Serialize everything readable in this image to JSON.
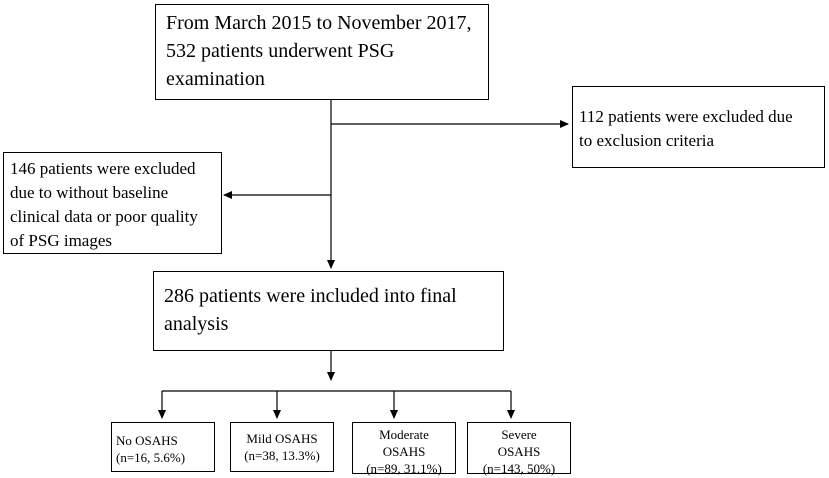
{
  "boxes": {
    "top": "From March 2015 to November 2017,\n532 patients underwent PSG\nexamination",
    "excluded_right": "112 patients were excluded due\nto exclusion criteria",
    "excluded_left": "146 patients were excluded\ndue to without baseline\nclinical data or poor quality\nof PSG images",
    "included": "286 patients were included into final\nanalysis",
    "groups": [
      {
        "label": "No OSAHS\n(n=16, 5.6%)"
      },
      {
        "label": "Mild OSAHS\n(n=38, 13.3%)"
      },
      {
        "label": "Moderate\nOSAHS\n(n=89, 31.1%)"
      },
      {
        "label": "Severe\nOSAHS\n(n=143, 50%)"
      }
    ]
  }
}
